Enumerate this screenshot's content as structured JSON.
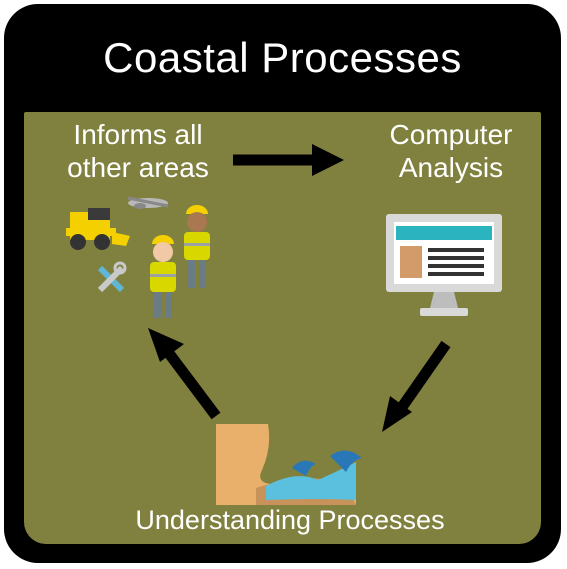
{
  "title": "Coastal Processes",
  "nodes": {
    "informs": "Informs all other areas",
    "informs_line1": "Informs all",
    "informs_line2": "other areas",
    "computer_line1": "Computer",
    "computer_line2": "Analysis",
    "understanding": "Understanding Processes"
  },
  "colors": {
    "frame": "#000000",
    "panel": "#80813f",
    "text": "#ffffff",
    "arrow": "#000000",
    "monitor": "#d9d9d9",
    "screen_header": "#2bb3c0",
    "sand": "#e8b06a",
    "water": "#5bc0de",
    "safety_yellow": "#f5d000"
  },
  "icons": [
    "bulldozer-icon",
    "drone-icon",
    "worker-icon",
    "tools-icon",
    "monitor-icon",
    "coastline-icon",
    "arrow-icon"
  ]
}
